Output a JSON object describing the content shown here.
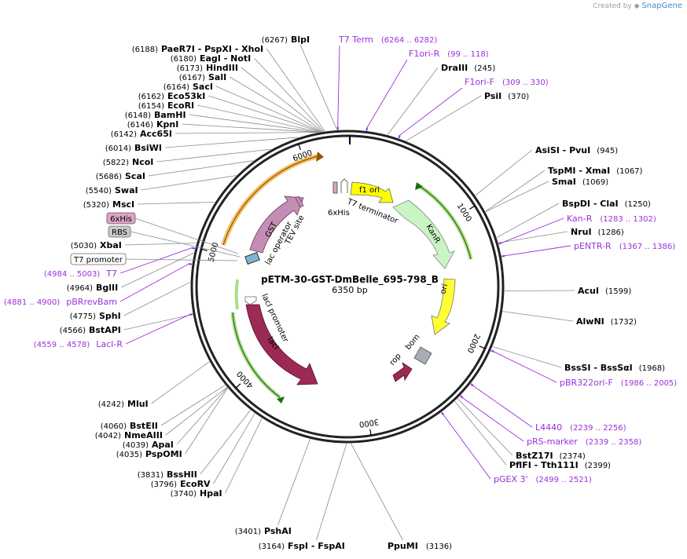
{
  "credit": {
    "prefix": "Created by",
    "brand": "SnapGene"
  },
  "plasmid": {
    "name": "pETM-30-GST-DmBelle_695-798_B",
    "size": "6350 bp",
    "length": 6350
  },
  "ticks": [
    "1000",
    "2000",
    "3000",
    "4000",
    "5000",
    "6000"
  ],
  "colors": {
    "primer": "#9b30d9",
    "backbone": "#222222",
    "gst": "#c48db4",
    "laci": "#9b2a55",
    "kanr": "#c9f5c5",
    "ori": "#ffff33",
    "f1ori": "#ffff00",
    "lacop": "#7fb4d0"
  },
  "sites": [
    {
      "name": "BlpI",
      "pos": "(6267)",
      "at": 6267
    },
    {
      "name": "PaeR7I - PspXI - XhoI",
      "pos": "(6188)",
      "at": 6188
    },
    {
      "name": "EagI - NotI",
      "pos": "(6180)",
      "at": 6180
    },
    {
      "name": "HindIII",
      "pos": "(6173)",
      "at": 6173
    },
    {
      "name": "SalI",
      "pos": "(6167)",
      "at": 6167
    },
    {
      "name": "SacI",
      "pos": "(6164)",
      "at": 6164
    },
    {
      "name": "Eco53kI",
      "pos": "(6162)",
      "at": 6162
    },
    {
      "name": "EcoRI",
      "pos": "(6154)",
      "at": 6154
    },
    {
      "name": "BamHI",
      "pos": "(6148)",
      "at": 6148
    },
    {
      "name": "KpnI",
      "pos": "(6146)",
      "at": 6146
    },
    {
      "name": "Acc65I",
      "pos": "(6142)",
      "at": 6142
    },
    {
      "name": "BsiWI",
      "pos": "(6014)",
      "at": 6014
    },
    {
      "name": "NcoI",
      "pos": "(5822)",
      "at": 5822
    },
    {
      "name": "ScaI",
      "pos": "(5686)",
      "at": 5686
    },
    {
      "name": "SwaI",
      "pos": "(5540)",
      "at": 5540
    },
    {
      "name": "MscI",
      "pos": "(5320)",
      "at": 5320
    },
    {
      "name": "XbaI",
      "pos": "(5030)",
      "at": 5030
    },
    {
      "name": "BglII",
      "pos": "(4964)",
      "at": 4964
    },
    {
      "name": "SphI",
      "pos": "(4775)",
      "at": 4775
    },
    {
      "name": "BstAPI",
      "pos": "(4566)",
      "at": 4566
    },
    {
      "name": "MluI",
      "pos": "(4242)",
      "at": 4242
    },
    {
      "name": "BstEII",
      "pos": "(4060)",
      "at": 4060
    },
    {
      "name": "NmeAIII",
      "pos": "(4042)",
      "at": 4042
    },
    {
      "name": "ApaI",
      "pos": "(4039)",
      "at": 4039
    },
    {
      "name": "PspOMI",
      "pos": "(4035)",
      "at": 4035
    },
    {
      "name": "BssHII",
      "pos": "(3831)",
      "at": 3831
    },
    {
      "name": "EcoRV",
      "pos": "(3796)",
      "at": 3796
    },
    {
      "name": "HpaI",
      "pos": "(3740)",
      "at": 3740
    },
    {
      "name": "PshAI",
      "pos": "(3401)",
      "at": 3401
    },
    {
      "name": "FspI - FspAI",
      "pos": "(3164)",
      "at": 3164
    },
    {
      "name": "PpuMI",
      "pos": "(3136)",
      "at": 3136
    },
    {
      "name": "DraIII",
      "pos": "(245)",
      "at": 245
    },
    {
      "name": "PsiI",
      "pos": "(370)",
      "at": 370
    },
    {
      "name": "AsiSI - PvuI",
      "pos": "(945)",
      "at": 945
    },
    {
      "name": "TspMI - XmaI",
      "pos": "(1067)",
      "at": 1067
    },
    {
      "name": "SmaI",
      "pos": "(1069)",
      "at": 1069
    },
    {
      "name": "BspDI - ClaI",
      "pos": "(1250)",
      "at": 1250
    },
    {
      "name": "NruI",
      "pos": "(1286)",
      "at": 1286
    },
    {
      "name": "AcuI",
      "pos": "(1599)",
      "at": 1599
    },
    {
      "name": "AlwNI",
      "pos": "(1732)",
      "at": 1732
    },
    {
      "name": "BssSI - BssSαI",
      "pos": "(1968)",
      "at": 1968
    },
    {
      "name": "BstZ17I",
      "pos": "(2374)",
      "at": 2374
    },
    {
      "name": "PflFI - Tth111I",
      "pos": "(2399)",
      "at": 2399
    }
  ],
  "primers": [
    {
      "name": "T7 Term",
      "range": "(6264 .. 6282)",
      "at": 6273
    },
    {
      "name": "F1ori-R",
      "range": "(99 .. 118)",
      "at": 108
    },
    {
      "name": "F1ori-F",
      "range": "(309 .. 330)",
      "at": 320
    },
    {
      "name": "Kan-R",
      "range": "(1283 .. 1302)",
      "at": 1292
    },
    {
      "name": "pENTR-R",
      "range": "(1367 .. 1386)",
      "at": 1376
    },
    {
      "name": "pBR322ori-F",
      "range": "(1986 .. 2005)",
      "at": 1995
    },
    {
      "name": "L4440",
      "range": "(2239 .. 2256)",
      "at": 2247
    },
    {
      "name": "pRS-marker",
      "range": "(2339 .. 2358)",
      "at": 2348
    },
    {
      "name": "pGEX 3'",
      "range": "(2499 .. 2521)",
      "at": 2510
    },
    {
      "name": "T7",
      "range": "(4984 .. 5003)",
      "at": 4993
    },
    {
      "name": "pBRrevBam",
      "range": "(4881 .. 4900)",
      "at": 4890
    },
    {
      "name": "LacI-R",
      "range": "(4559 .. 4578)",
      "at": 4568
    }
  ],
  "boxed": [
    {
      "name": "6xHis",
      "fill": "#d9a6c2"
    },
    {
      "name": "RBS",
      "fill": "#c9c9c9"
    },
    {
      "name": "T7 promoter",
      "fill": "#ffffff"
    }
  ],
  "features": {
    "f1_ori": "f1 ori",
    "kanr": "KanR",
    "ori": "ori",
    "t7_terminator": "T7 terminator",
    "his": "6xHis",
    "tev": "TEV site",
    "gst": "GST",
    "lac_operator": "lac operator",
    "laci_promoter": "lacI promoter",
    "laci": "lacI",
    "rop": "rop",
    "bom": "bom"
  }
}
